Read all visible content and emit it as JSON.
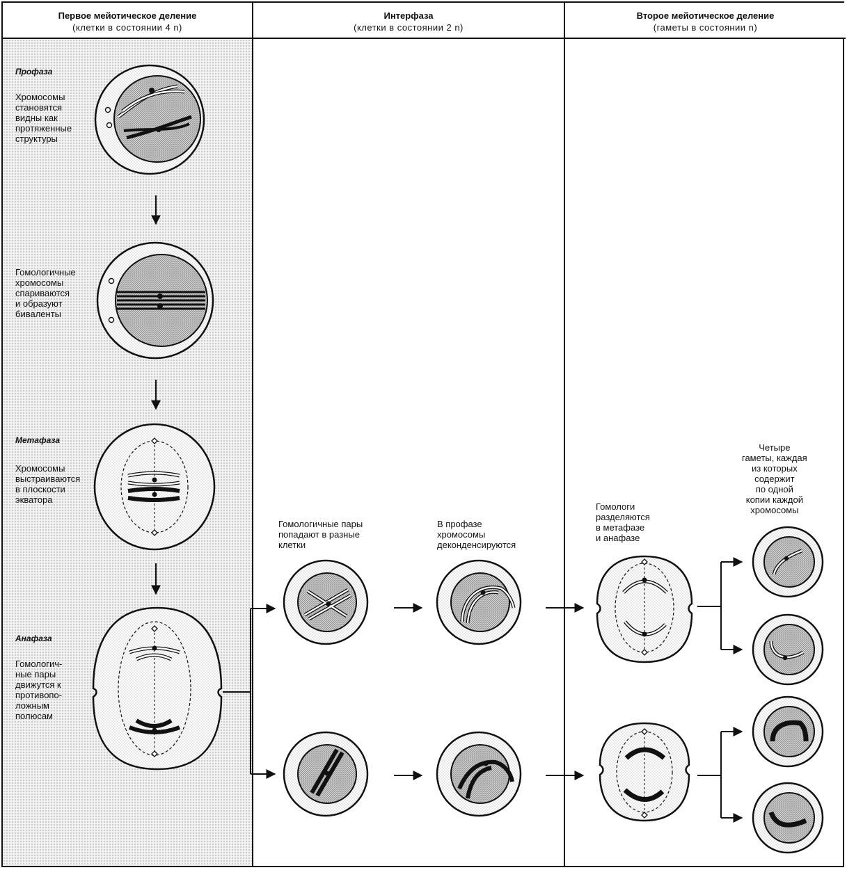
{
  "columns": {
    "meiosis1": {
      "title": "Первое мейотическое деление",
      "subtitle": "(клетки в состоянии 4 n)"
    },
    "interphase": {
      "title": "Интерфаза",
      "subtitle": "(клетки в состоянии 2 n)"
    },
    "meiosis2": {
      "title": "Второе мейотическое деление",
      "subtitle": "(гаметы в состоянии n)"
    }
  },
  "stages": {
    "prophase": {
      "name": "Профаза",
      "desc": "Хромосомы\nстановятся\nвидны как\nпротяженные\nструктуры"
    },
    "pairing": {
      "desc": "Гомологичные\nхромосомы\nспариваются\nи образуют\nбиваленты"
    },
    "metaphase": {
      "name": "Метафаза",
      "desc": "Хромосомы\nвыстраиваются\nв плоскости\nэкватора"
    },
    "anaphase": {
      "name": "Анафаза",
      "desc": "Гомологич-\nные пары\nдвижутся к\nпротивопо-\nложным\nполюсам"
    }
  },
  "interphase_notes": {
    "split": "Гомологичные пары\nпопадают в разные\nклетки",
    "decondense": "В профазе\nхромосомы\nдеконденсируются"
  },
  "meiosis2_notes": {
    "separate": "Гомологи\nразделяются\nв метафазе\nи анафазе",
    "gametes": "Четыре\nгаметы, каждая\nиз которых\nсодержит\nпо одной\nкопии каждой\nхромосомы"
  },
  "colors": {
    "line": "#111111",
    "stipple": "#8c8c8c",
    "panel": "#f1f1f1"
  }
}
